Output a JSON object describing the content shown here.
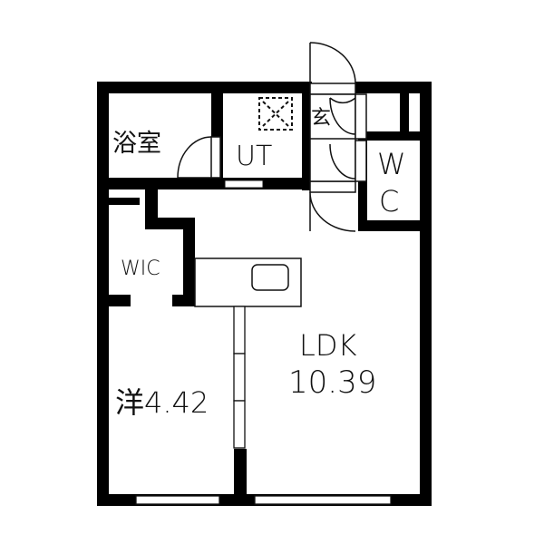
{
  "floor_plan": {
    "rooms": [
      {
        "id": "bath",
        "label": "浴室"
      },
      {
        "id": "utility",
        "label": "UT"
      },
      {
        "id": "entrance",
        "label": "玄"
      },
      {
        "id": "toilet",
        "label_line1": "W",
        "label_line2": "C"
      },
      {
        "id": "walk_in_closet",
        "label": "WIC"
      },
      {
        "id": "ldk",
        "label": "LDK",
        "area": "10.39"
      },
      {
        "id": "western_room",
        "label": "洋4.42"
      }
    ],
    "colors": {
      "wall": "#000000",
      "background": "#ffffff",
      "line": "#111111"
    }
  }
}
